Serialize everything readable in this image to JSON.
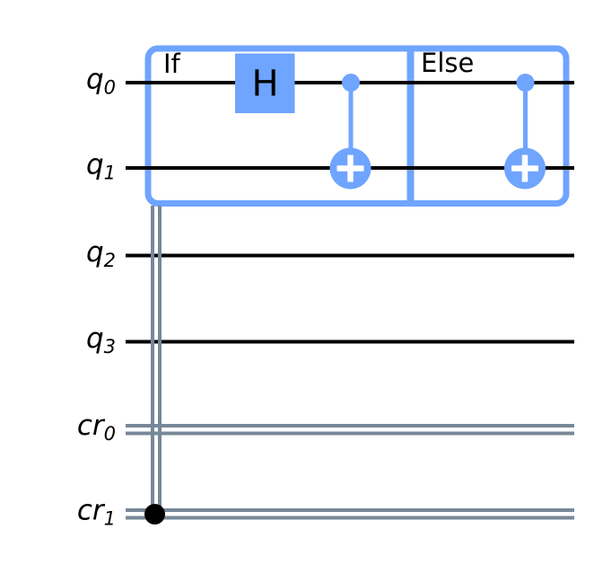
{
  "diagram": {
    "type": "quantum-circuit",
    "wires": [
      {
        "id": "q0",
        "base": "q",
        "sub": "0",
        "kind": "quantum"
      },
      {
        "id": "q1",
        "base": "q",
        "sub": "1",
        "kind": "quantum"
      },
      {
        "id": "q2",
        "base": "q",
        "sub": "2",
        "kind": "quantum"
      },
      {
        "id": "q3",
        "base": "q",
        "sub": "3",
        "kind": "quantum"
      },
      {
        "id": "cr0",
        "base": "cr",
        "sub": "0",
        "kind": "classical"
      },
      {
        "id": "cr1",
        "base": "cr",
        "sub": "1",
        "kind": "classical"
      }
    ],
    "if_else_block": {
      "if_label": "If",
      "else_label": "Else",
      "condition_wire": "cr1"
    },
    "gates": {
      "hadamard_label": "H",
      "if_branch": [
        "H on q0",
        "CNOT control q0 target q1"
      ],
      "else_branch": [
        "CNOT control q0 target q1"
      ]
    }
  },
  "colors": {
    "gate_blue": "#6FA4FF",
    "classical_wire": "#778899",
    "quantum_wire": "#000000",
    "label_text": "#000000",
    "gate_text": "#000000",
    "target_plus": "#FFFFFF",
    "background": "#FFFFFF"
  }
}
